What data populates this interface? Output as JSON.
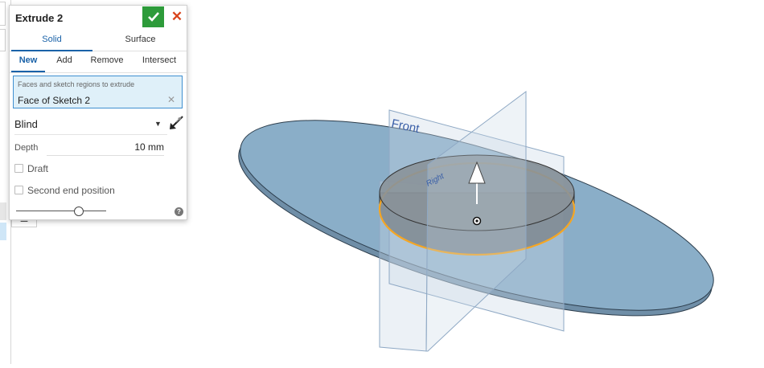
{
  "dialog": {
    "title": "Extrude 2",
    "tabs": [
      {
        "label": "Solid",
        "active": true
      },
      {
        "label": "Surface",
        "active": false
      }
    ],
    "operations": [
      {
        "label": "New",
        "active": true
      },
      {
        "label": "Add",
        "active": false
      },
      {
        "label": "Remove",
        "active": false
      },
      {
        "label": "Intersect",
        "active": false
      }
    ],
    "selection": {
      "label": "Faces and sketch regions to extrude",
      "value": "Face of Sketch 2"
    },
    "end_type": "Blind",
    "depth": {
      "label": "Depth",
      "value": "10 mm"
    },
    "draft_label": "Draft",
    "second_end_label": "Second end position",
    "slider_fraction": 0.7
  },
  "viewport": {
    "plane_front_label": "Front",
    "plane_right_label": "Right"
  },
  "colors": {
    "accent": "#1a62a8",
    "confirm": "#2d9b3a",
    "cancel": "#d9441c",
    "selection_bg": "#dff0f9",
    "ellipse_fill": "#8aaec8",
    "highlight": "#f5a623"
  },
  "icons": {
    "confirm": "check-icon",
    "cancel": "close-icon",
    "flip": "flip-direction-icon",
    "help": "help-icon",
    "dropdown": "chevron-down-icon",
    "clear": "clear-icon",
    "manipulator": "arrow-manipulator-icon"
  }
}
